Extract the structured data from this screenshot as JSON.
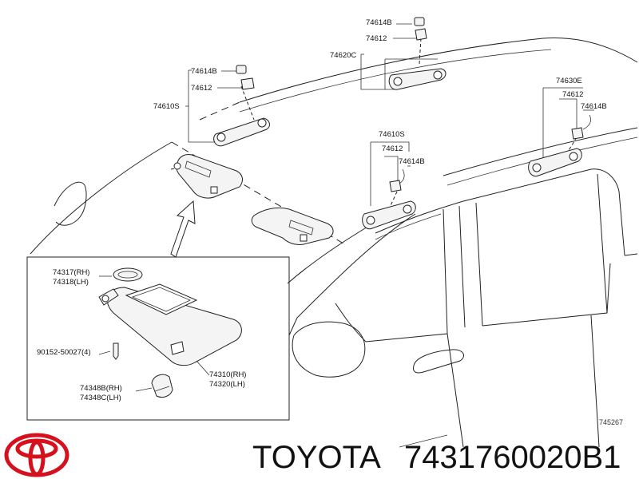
{
  "labels": {
    "l1": "74614B",
    "l2": "74612",
    "l3": "74620C",
    "l4": "74614B",
    "l5": "74612",
    "l6": "74610S",
    "l7": "74610S",
    "l8": "74612",
    "l9": "74614B",
    "l10": "74630E",
    "l11": "74612",
    "l12": "74614B",
    "l13": "74317(RH)",
    "l14": "74318(LH)",
    "l15": "90152-50027(4)",
    "l16": "74348B(RH)",
    "l17": "74348C(LH)",
    "l18": "74310(RH)",
    "l19": "74320(LH)",
    "l20": "745267"
  },
  "footer": {
    "brand": "TOYOTA",
    "part_number": "7431760020B1"
  },
  "colors": {
    "logo": "#d7101d",
    "ink": "#222222"
  }
}
